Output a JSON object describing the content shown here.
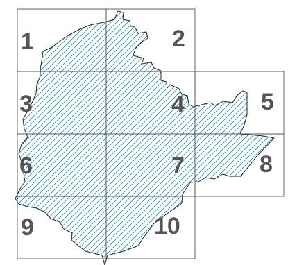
{
  "map": {
    "tile_label_color": "#555555",
    "hatch_color": "#2b8fb0",
    "tiles": [
      {
        "label": "1"
      },
      {
        "label": "2"
      },
      {
        "label": "3"
      },
      {
        "label": "4"
      },
      {
        "label": "5"
      },
      {
        "label": "6"
      },
      {
        "label": "7"
      },
      {
        "label": "8"
      },
      {
        "label": "9"
      },
      {
        "label": "10"
      }
    ]
  }
}
